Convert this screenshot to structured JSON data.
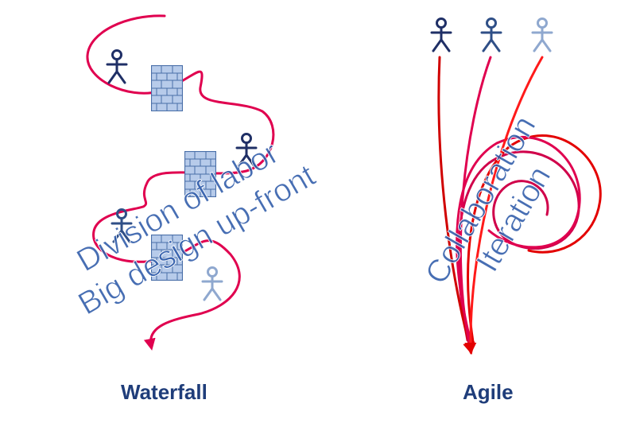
{
  "colors": {
    "path_red": "#e0004f",
    "arrow_red": "#e30000",
    "person_dark": "#1f2f66",
    "person_mid": "#2f4f87",
    "person_light": "#8fa8cf",
    "brick_fill": "#b7cbea",
    "brick_line": "#4a6fa8",
    "overlay_text": "#2d5aa8",
    "caption_text": "#1f3d7a"
  },
  "icons": [
    "person-icon",
    "brick-wall-icon"
  ],
  "waterfall": {
    "caption": "Waterfall",
    "overlay_line1": "Division of labor",
    "overlay_line2": "Big design up-front"
  },
  "agile": {
    "caption": "Agile",
    "overlay_line1": "Collaboration",
    "overlay_line2": "Iteration"
  }
}
